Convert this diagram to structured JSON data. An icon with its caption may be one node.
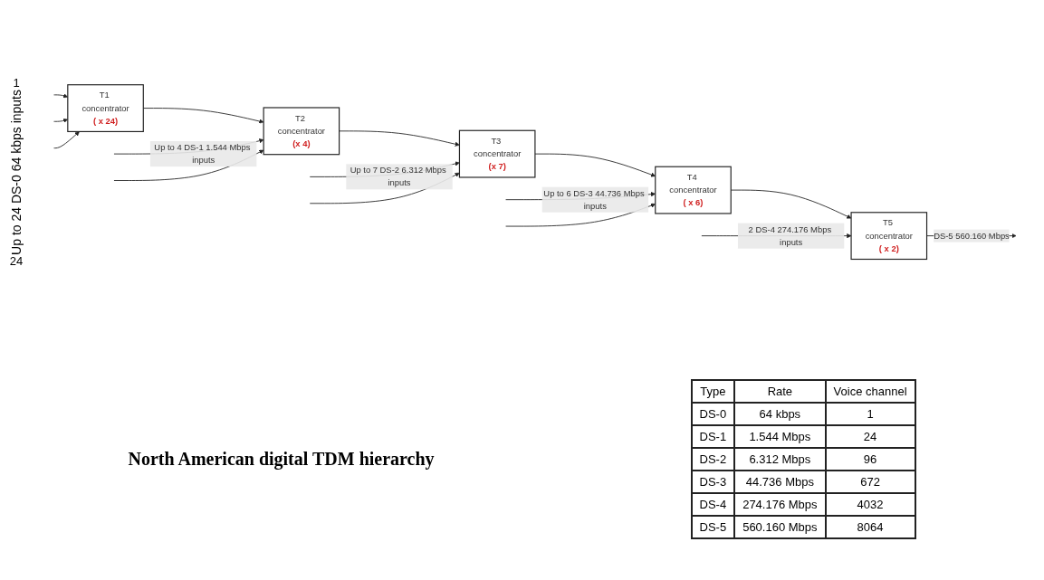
{
  "diagram": {
    "caption": "North American digital TDM hierarchy",
    "nodes": [
      {
        "text": [
          "T1 concentrator",
          "( x 24)"
        ]
      },
      {
        "text": [
          "T2 concentrator",
          "(x 4)"
        ]
      },
      {
        "text": [
          "T3 concentrator",
          "(x 7)"
        ]
      },
      {
        "text": [
          "T4 concentrator",
          "( x 6)"
        ]
      },
      {
        "text": [
          "T5 concentrator",
          "( x 2)"
        ]
      }
    ],
    "edges": [
      {
        "from": null,
        "to": 0,
        "arrow": "to"
      },
      {
        "from": null,
        "to": 0,
        "arrow": "to"
      },
      {
        "from": null,
        "to": 0,
        "arrow": "to"
      },
      {
        "from": 0,
        "to": 1,
        "arrow": "to"
      },
      {
        "from": null,
        "to": 1,
        "arrow": "to",
        "label": "Up to 4 DS-1 1.544 Mbps inputs"
      },
      {
        "from": null,
        "to": 1,
        "arrow": "to"
      },
      {
        "from": 1,
        "to": 2,
        "arrow": "to"
      },
      {
        "from": null,
        "to": 2,
        "arrow": "to",
        "label": "Up to 7 DS-2 6.312 Mbps inputs"
      },
      {
        "from": null,
        "to": 2,
        "arrow": "to"
      },
      {
        "from": 2,
        "to": 3,
        "arrow": "to"
      },
      {
        "from": null,
        "to": 3,
        "arrow": "to",
        "label": "Up to 6 DS-3 44.736 Mbps inputs"
      },
      {
        "from": null,
        "to": 3,
        "arrow": "to"
      },
      {
        "from": 3,
        "to": 4,
        "arrow": "to"
      },
      {
        "from": null,
        "to": 4,
        "arrow": "to",
        "label": "2 DS-4 274.176 Mbps inputs"
      },
      {
        "from": 4,
        "to": null,
        "arrow": "to",
        "label": "DS-5 560.160 Mbps"
      }
    ],
    "labels": [
      "Up to 24 DS-0 64 kbps inputs",
      "1",
      "24",
      "Type",
      "Rate",
      "Voice channel",
      "DS-0",
      "64 kbps",
      "1",
      "DS-1",
      "1.544 Mbps",
      "24",
      "DS-2",
      "6.312 Mbps",
      "96",
      "DS-3",
      "44.736 Mbps",
      "672",
      "DS-4",
      "274.176 Mbps",
      "4032",
      "DS-5",
      "560.160 Mbps",
      "8064"
    ]
  }
}
